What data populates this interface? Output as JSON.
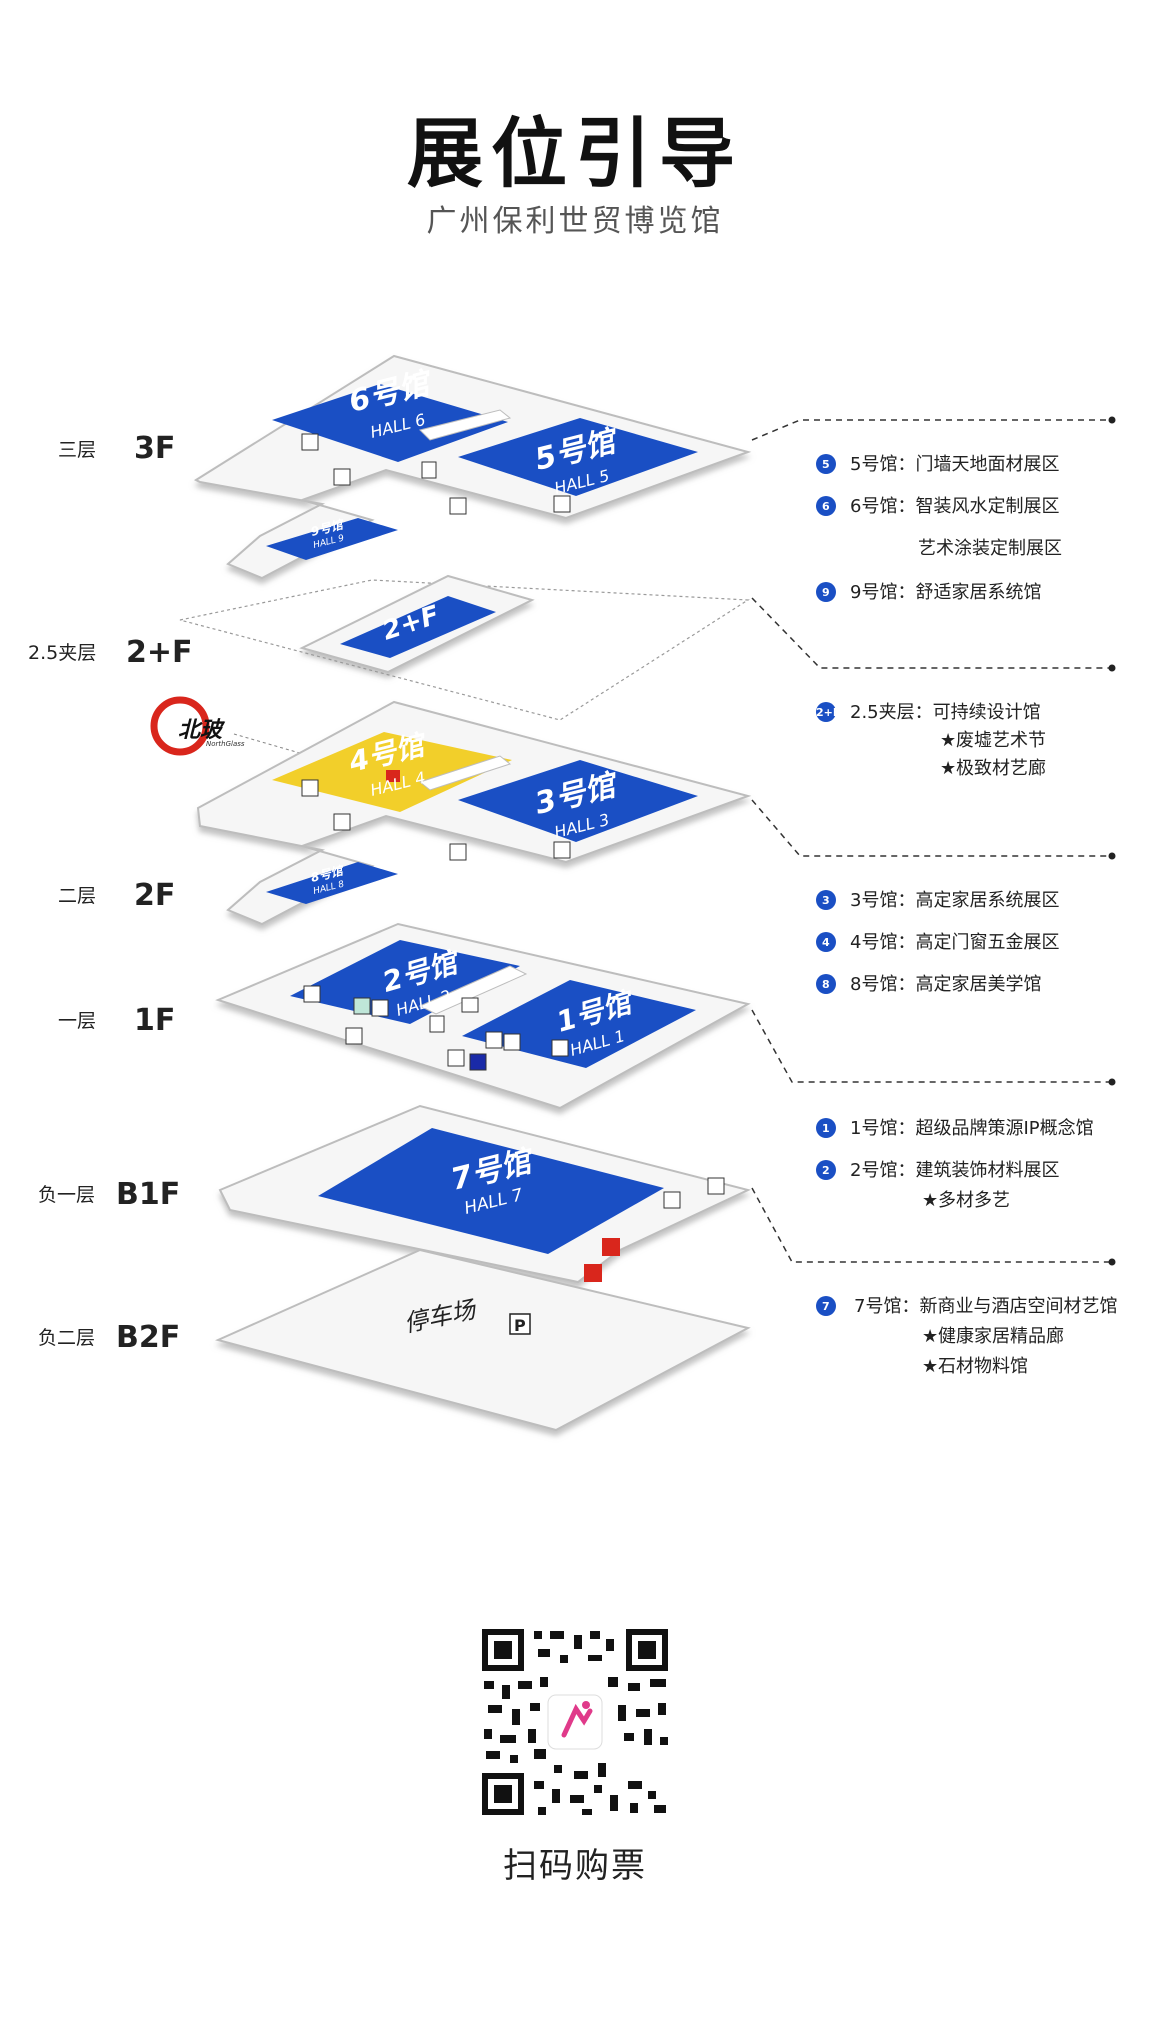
{
  "header": {
    "title": "展位引导",
    "subtitle": "广州保利世贸博览馆"
  },
  "floors": [
    {
      "cn": "三层",
      "code": "3F"
    },
    {
      "cn": "2.5夹层",
      "code": "2+F"
    },
    {
      "cn": "二层",
      "code": "2F"
    },
    {
      "cn": "一层",
      "code": "1F"
    },
    {
      "cn": "负一层",
      "code": "B1F"
    },
    {
      "cn": "负二层",
      "code": "B2F"
    }
  ],
  "halls": {
    "h6": {
      "name": "6号馆",
      "en": "HALL 6"
    },
    "h5": {
      "name": "5号馆",
      "en": "HALL 5"
    },
    "h9": {
      "name": "9号馆",
      "en": "HALL 9"
    },
    "h2p": {
      "name": "2+F"
    },
    "h4": {
      "name": "4号馆",
      "en": "HALL 4"
    },
    "h3": {
      "name": "3号馆",
      "en": "HALL 3"
    },
    "h8": {
      "name": "8号馆",
      "en": "HALL 8"
    },
    "h2": {
      "name": "2号馆",
      "en": "HALL 2"
    },
    "h1": {
      "name": "1号馆",
      "en": "HALL 1"
    },
    "h7": {
      "name": "7号馆",
      "en": "HALL 7"
    },
    "parking": {
      "name": "停车场",
      "sign": "P"
    }
  },
  "sponsor": {
    "logo_text": "北玻",
    "logo_sub": "NorthGlass"
  },
  "legend": [
    {
      "badge": "5",
      "text": "5号馆：门墙天地面材展区"
    },
    {
      "badge": "6",
      "text": "6号馆：智装风水定制展区"
    },
    {
      "badge": "",
      "text": "艺术涂装定制展区"
    },
    {
      "badge": "9",
      "text": "9号馆：舒适家居系统馆"
    },
    {
      "badge": "2+F",
      "text": "2.5夹层：可持续设计馆"
    },
    {
      "badge": "★",
      "text": "废墟艺术节"
    },
    {
      "badge": "★",
      "text": "极致材艺廊"
    },
    {
      "badge": "3",
      "text": "3号馆：高定家居系统展区"
    },
    {
      "badge": "4",
      "text": "4号馆：高定门窗五金展区"
    },
    {
      "badge": "8",
      "text": "8号馆：高定家居美学馆"
    },
    {
      "badge": "1",
      "text": "1号馆：超级品牌策源IP概念馆"
    },
    {
      "badge": "2",
      "text": "2号馆：建筑装饰材料展区"
    },
    {
      "badge": "★",
      "text": "多材多艺"
    },
    {
      "badge": "7",
      "text": "7号馆：新商业与酒店空间材艺馆"
    },
    {
      "badge": "★",
      "text": "健康家居精品廊"
    },
    {
      "badge": "★",
      "text": "石材物料馆"
    }
  ],
  "footer": {
    "qr_caption": "扫码购票"
  },
  "colors": {
    "hall_blue": "#1a4fc4",
    "hall_yellow": "#f2cf2a",
    "platform": "#f6f6f6",
    "accent_red": "#d9261c"
  }
}
